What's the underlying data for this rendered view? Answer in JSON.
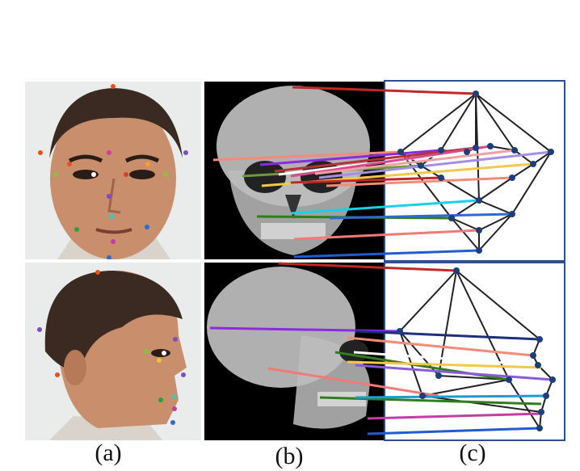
{
  "captions": {
    "a": "(a)",
    "b": "(b)",
    "c": "(c)"
  },
  "colors": {
    "graph_frame": "#2c4f8f",
    "graph_edge": "#222222",
    "node": "#1c3f7a",
    "xray_bg": "#000000",
    "photo_bg": "#e9ecea"
  }
}
